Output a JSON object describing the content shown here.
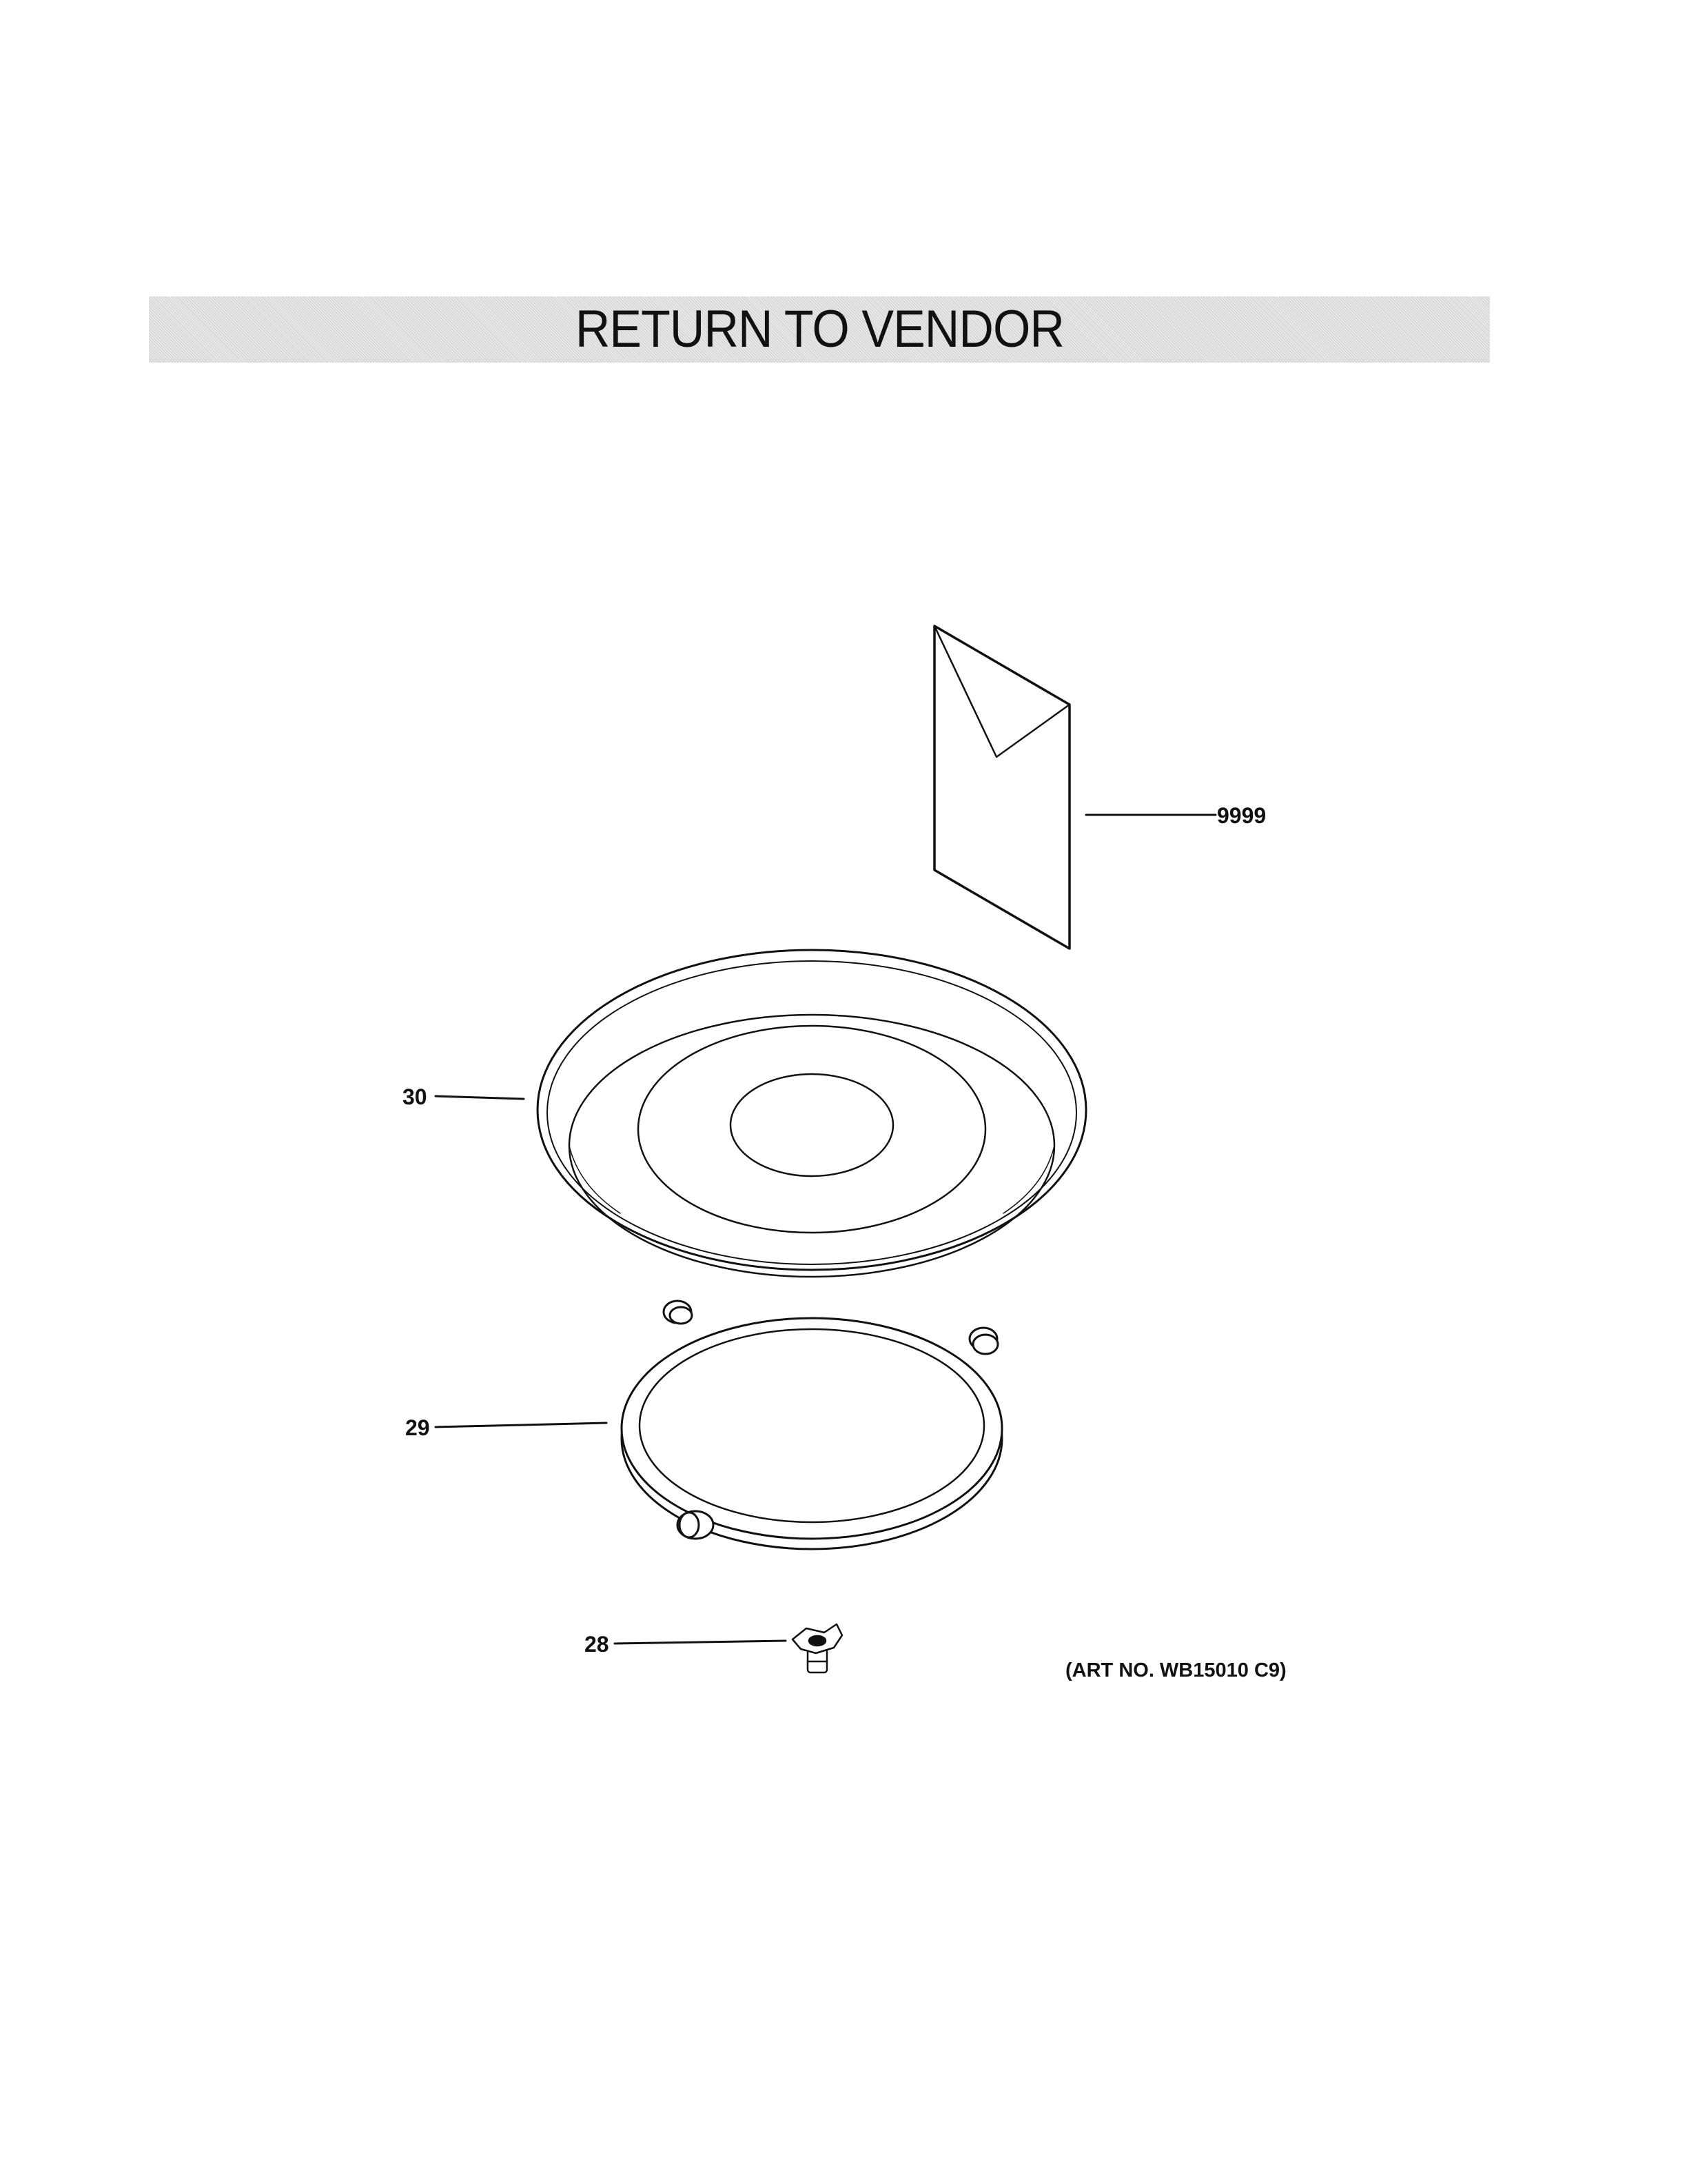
{
  "header": {
    "title": "RETURN TO VENDOR"
  },
  "callouts": {
    "literature": "9999",
    "tray": "30",
    "roller_ring": "29",
    "coupler": "28"
  },
  "footer": {
    "art_number": "(ART NO. WB15010 C9)"
  },
  "colors": {
    "line": "#111111",
    "banner": "#dcdcdc"
  }
}
